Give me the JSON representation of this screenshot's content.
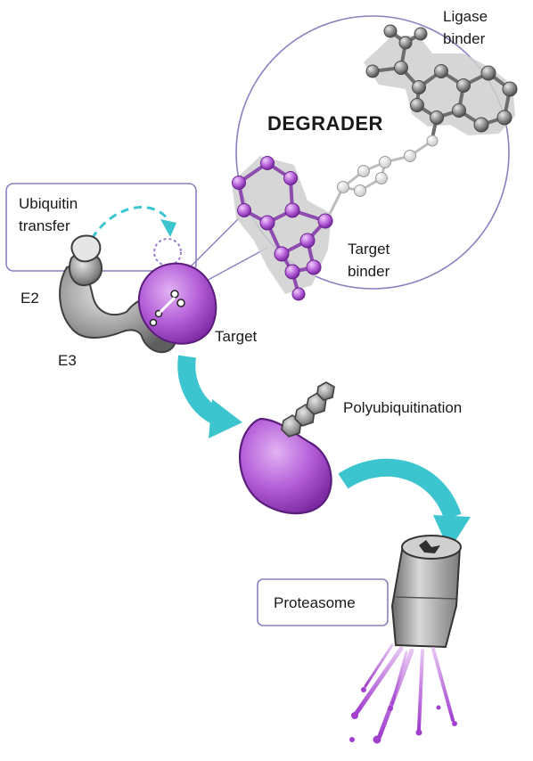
{
  "diagram": {
    "title": "DEGRADER",
    "labels": {
      "ligase_binder_line1": "Ligase",
      "ligase_binder_line2": "binder",
      "target_binder_line1": "Target",
      "target_binder_line2": "binder",
      "ubiquitin_line1": "Ubiquitin",
      "ubiquitin_line2": "transfer",
      "e2": "E2",
      "e3": "E3",
      "target": "Target",
      "polyubiquitination": "Polyubiquitination",
      "proteasome": "Proteasome"
    },
    "colors": {
      "target_purple": "#b259d6",
      "ligase_gray": "#8c8c8c",
      "arrow_teal": "#3cc4cf",
      "outline_violet": "#8d7fc0"
    }
  }
}
